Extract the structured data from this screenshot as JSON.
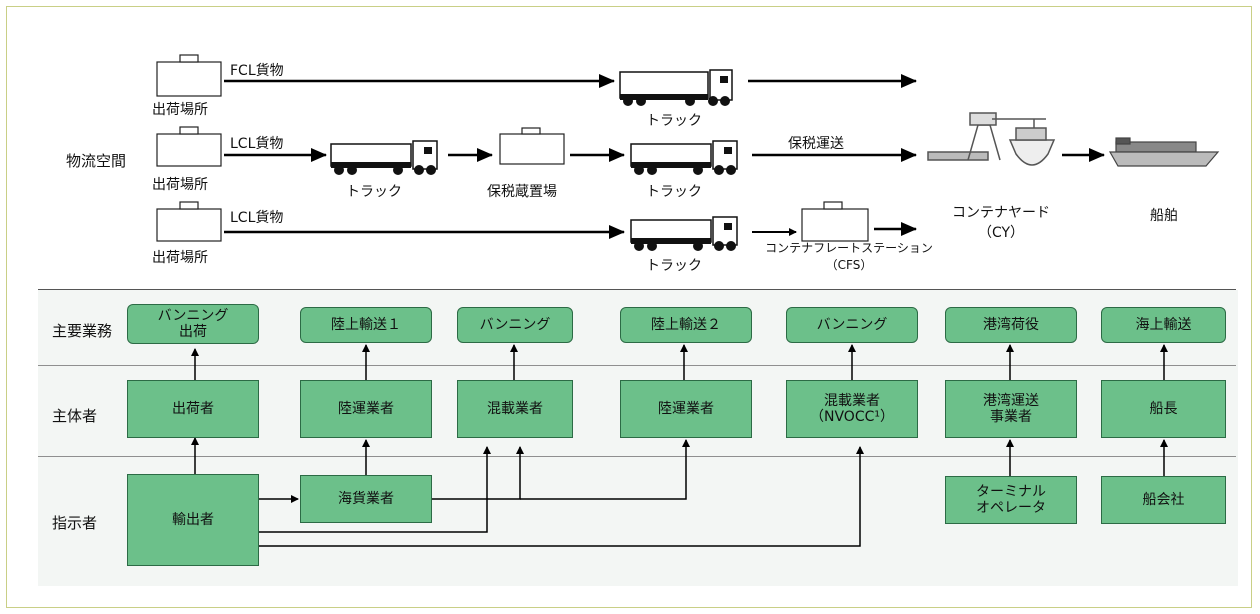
{
  "rows": {
    "physical": "物流空間",
    "business": "主要業務",
    "actors": "主体者",
    "instructors": "指示者"
  },
  "flow": {
    "origin1": "出荷場所",
    "origin2": "出荷場所",
    "origin3": "出荷場所",
    "fcl_cargo": "FCL貨物",
    "lcl_cargo1": "LCL貨物",
    "lcl_cargo2": "LCL貨物",
    "truck_top": "トラック",
    "truck_mid1": "トラック",
    "truck_mid2": "トラック",
    "truck_bot": "トラック",
    "bonded_warehouse": "保税蔵置場",
    "bonded_transport": "保税運送",
    "cfs_name": "コンテナフレートステーション",
    "cfs_abbr": "（CFS）",
    "cy_name": "コンテナヤード",
    "cy_abbr": "（CY）",
    "ship": "船舶"
  },
  "business": [
    "バンニング\n出荷",
    "陸上輸送１",
    "バンニング",
    "陸上輸送２",
    "バンニング",
    "港湾荷役",
    "海上輸送"
  ],
  "actors": [
    "出荷者",
    "陸運業者",
    "混載業者",
    "陸運業者",
    "混載業者\n（NVOCC¹）",
    "港湾運送\n事業者",
    "船長"
  ],
  "instructors": {
    "exporter": "輸出者",
    "forwarder": "海貨業者",
    "terminal_operator": "ターミナル\nオペレータ",
    "shipping_company": "船会社"
  },
  "colors": {
    "box_fill": "#6cc08a",
    "box_border": "#2c6b45",
    "frame": "#c9cf86",
    "band": "#f3f6f4"
  }
}
